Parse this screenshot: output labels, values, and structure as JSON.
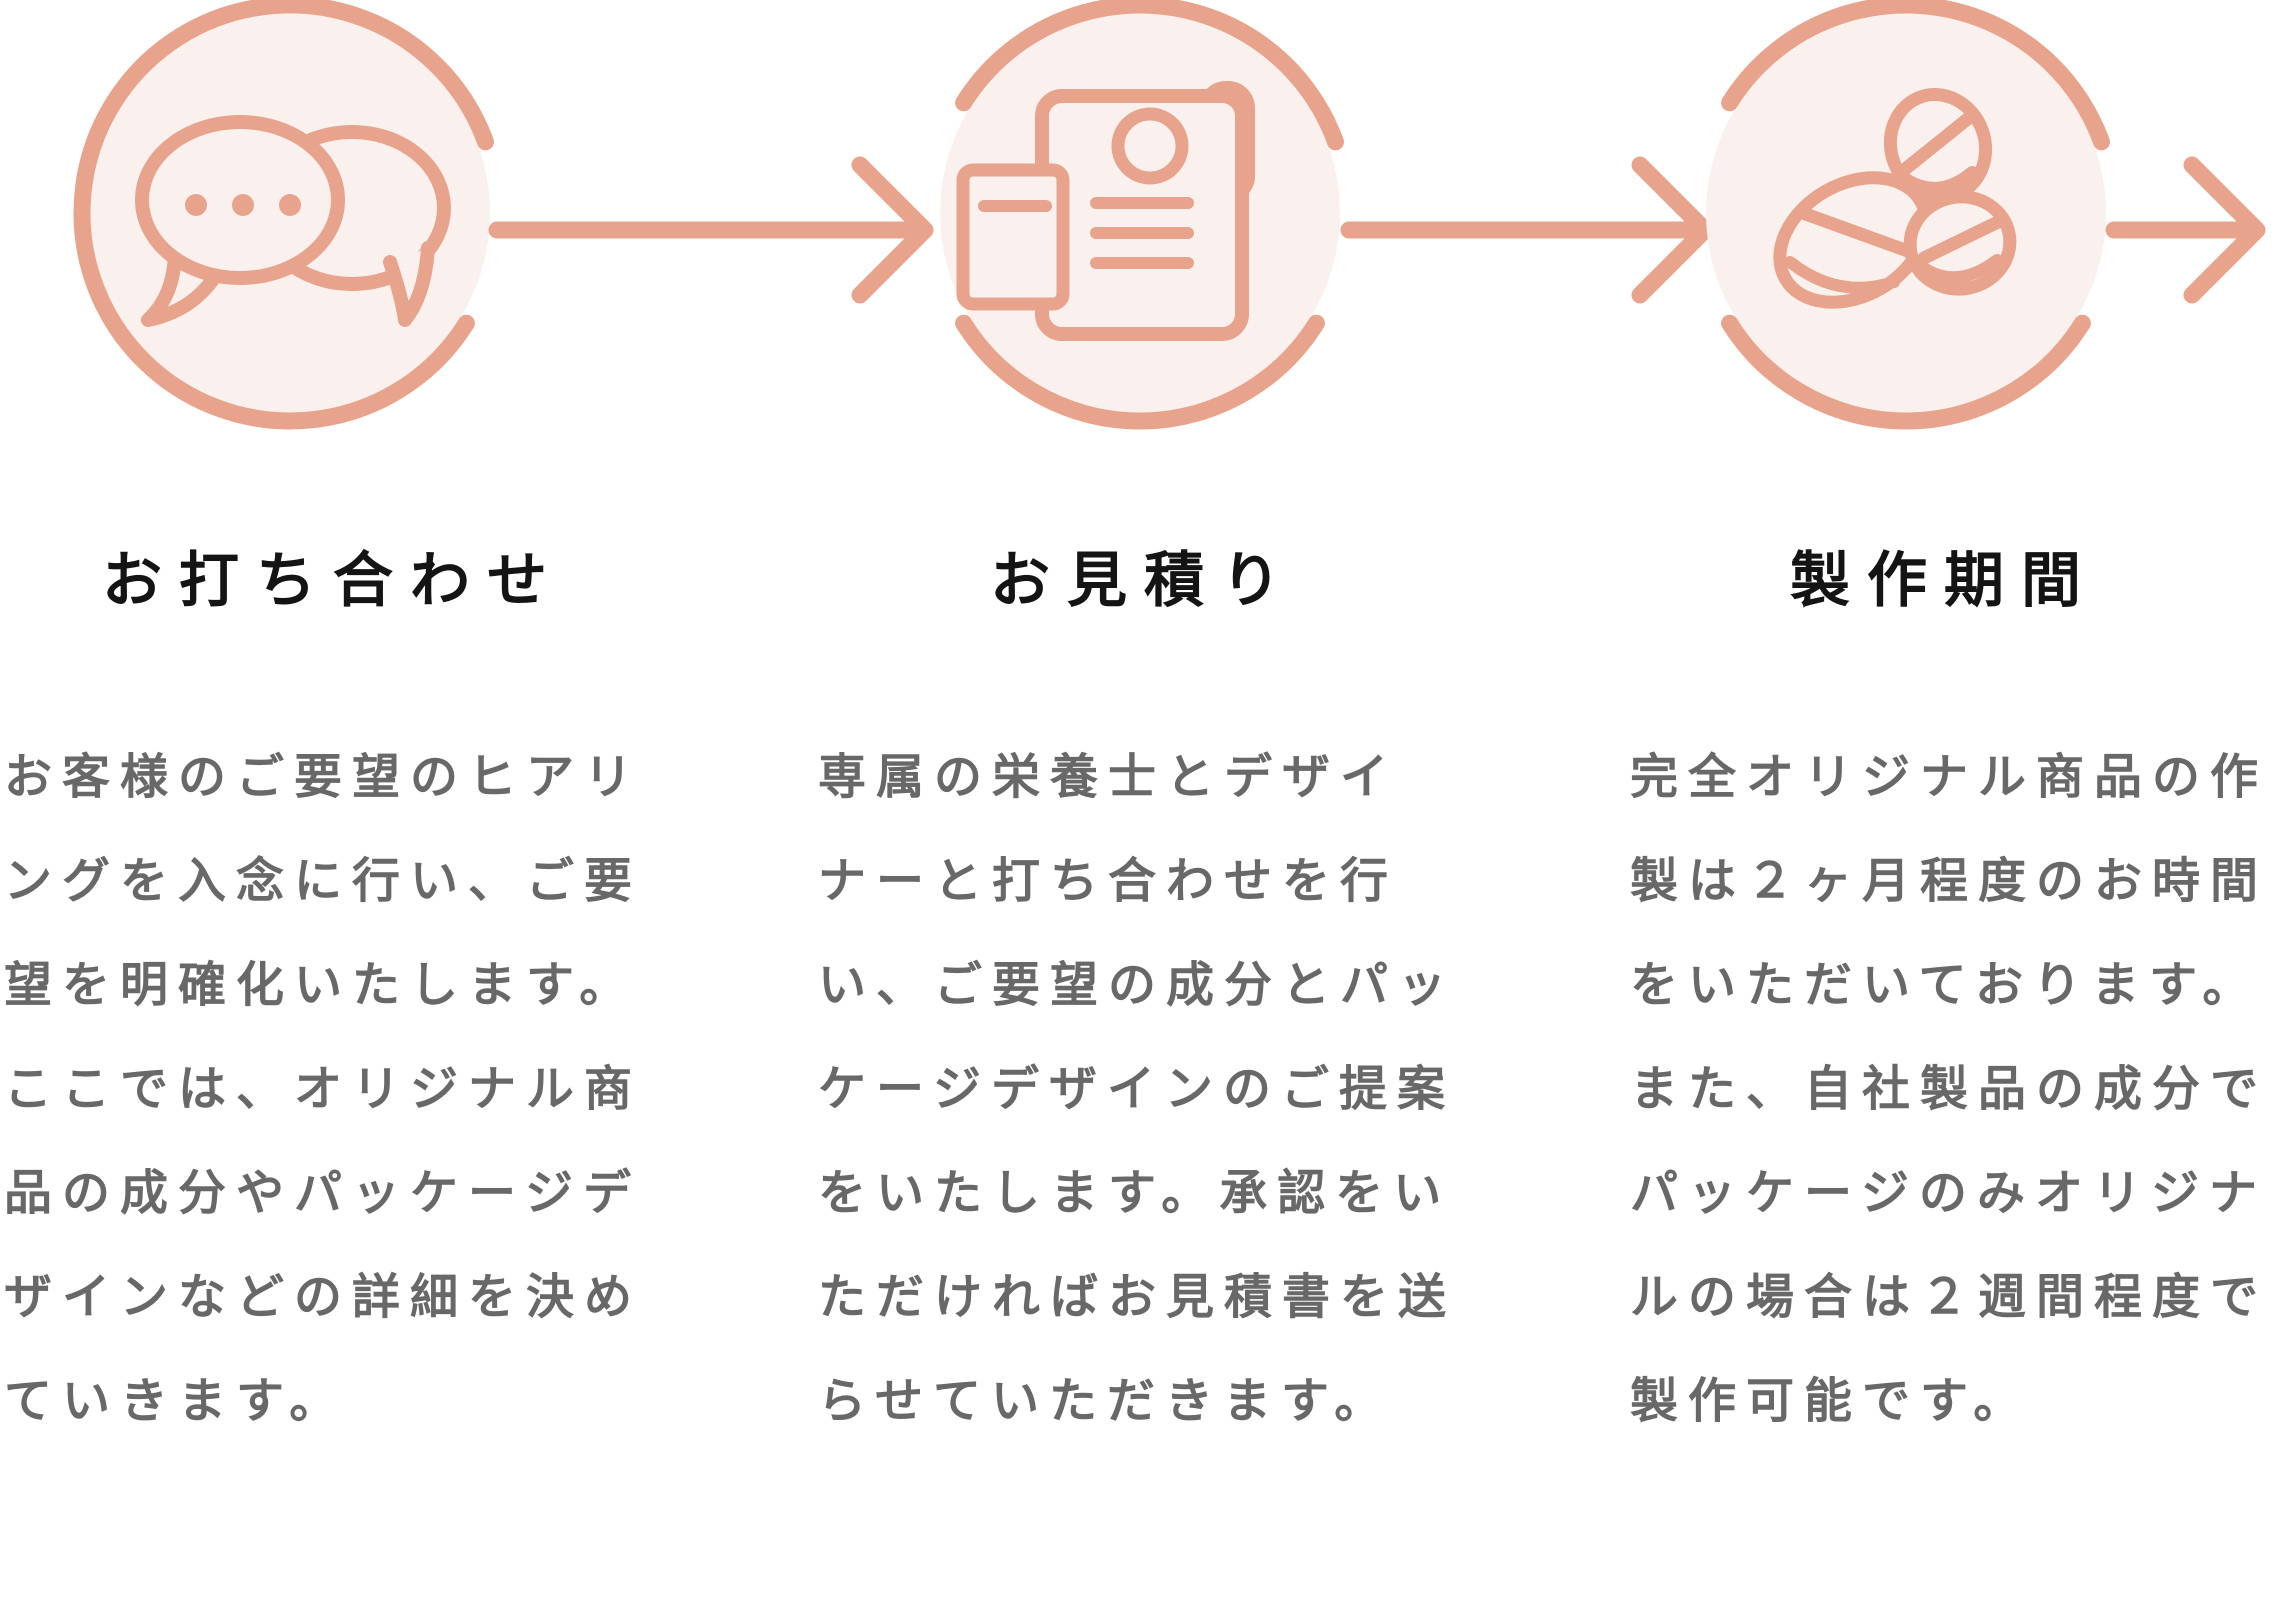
{
  "palette": {
    "accent": "#E8A38C",
    "accent_fill": "#FAF1EE",
    "title_color": "#141414",
    "body_color": "#686868"
  },
  "steps": [
    {
      "title": "お打ち合わせ",
      "icon": "chat-bubbles-icon",
      "body_lines": [
        "お客様のご要望のヒアリ",
        "ングを入念に行い、ご要",
        "望を明確化いたします。",
        "ここでは、オリジナル商",
        "品の成分やパッケージデ",
        "ザインなどの詳細を決め",
        "ていきます。"
      ]
    },
    {
      "title": "お見積り",
      "icon": "estimate-document-icon",
      "body_lines": [
        "専属の栄養士とデザイ",
        "ナーと打ち合わせを行",
        "い、ご要望の成分とパッ",
        "ケージデザインのご提案",
        "をいたします。承認をい",
        "ただければお見積書を送",
        "らせていただきます。"
      ]
    },
    {
      "title": "製作期間",
      "icon": "supplement-pills-icon",
      "body_lines": [
        "完全オリジナル商品の作",
        "製は２ヶ月程度のお時間",
        "をいただいております。",
        "また、自社製品の成分で",
        "パッケージのみオリジナ",
        "ルの場合は２週間程度で",
        "製作可能です。"
      ]
    }
  ]
}
